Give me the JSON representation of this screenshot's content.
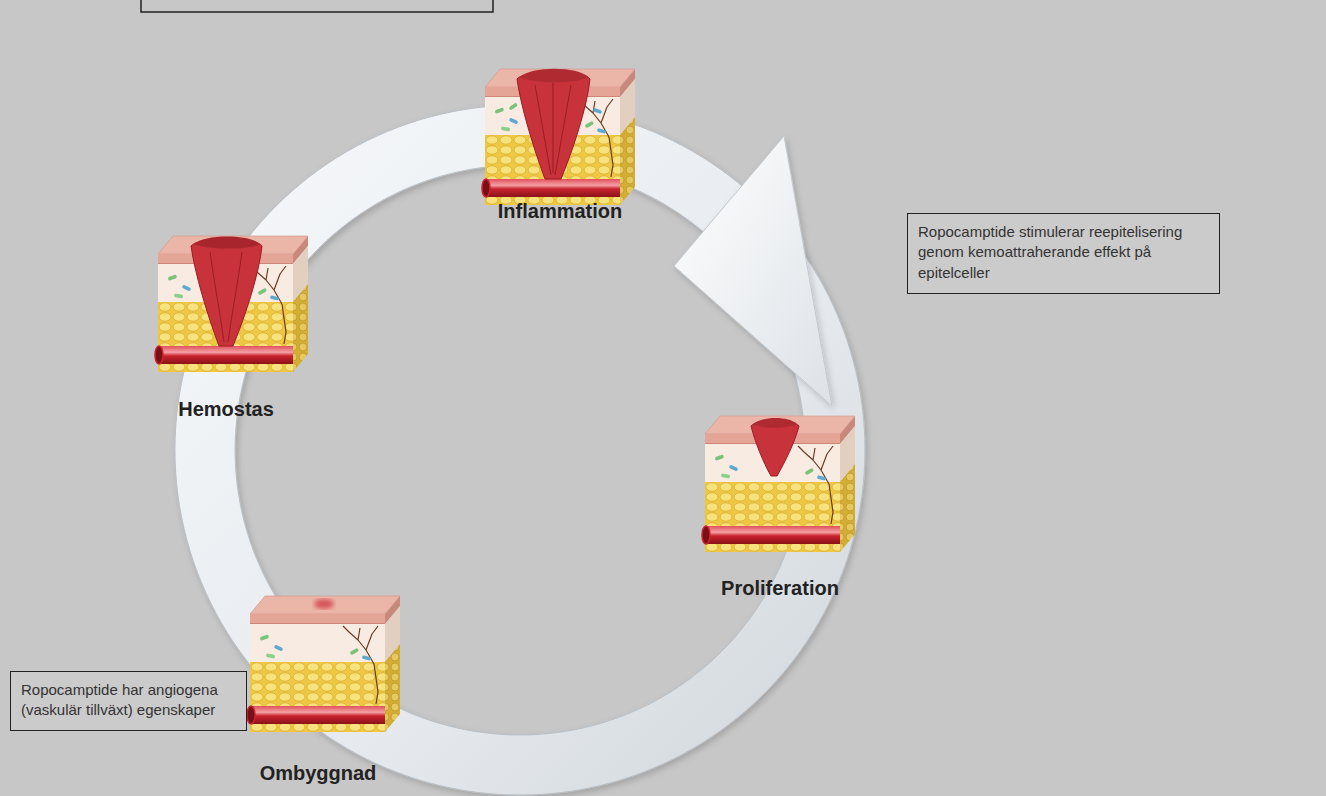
{
  "diagram": {
    "nodes": [
      {
        "text": [
          "Ropocamptide stimulerar reepitelisering genom kemoattraherande effekt på epitelceller"
        ]
      },
      {
        "text": [
          "Ropocamptide har angiogena (vaskulär tillväxt) egenskaper"
        ]
      }
    ],
    "labels": [
      "Inflammation",
      "Hemostas",
      "Proliferation",
      "Ombyggnad"
    ]
  }
}
